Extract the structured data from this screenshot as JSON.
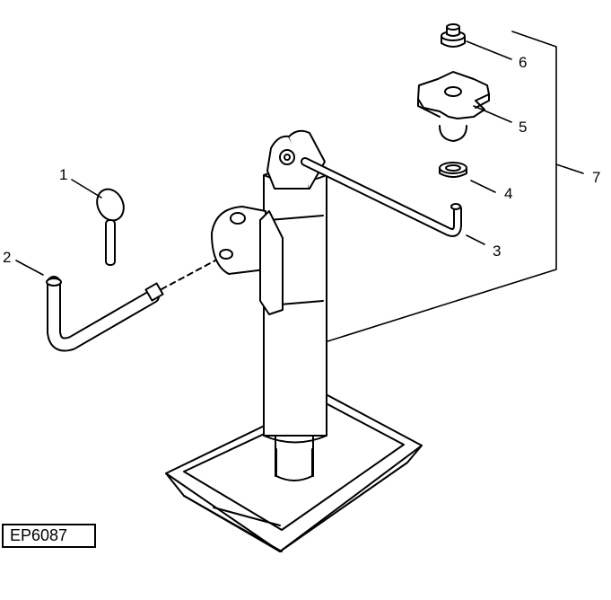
{
  "figure_code": "EP6087",
  "callouts": [
    {
      "number": "1",
      "part": "lock pin ring"
    },
    {
      "number": "2",
      "part": "L-shaped pin"
    },
    {
      "number": "3",
      "part": "crank handle"
    },
    {
      "number": "4",
      "part": "washer"
    },
    {
      "number": "5",
      "part": "cross knob"
    },
    {
      "number": "6",
      "part": "bushing"
    },
    {
      "number": "7",
      "part": "jack assembly"
    }
  ],
  "colors": {
    "line": "#000000",
    "background": "#ffffff"
  }
}
